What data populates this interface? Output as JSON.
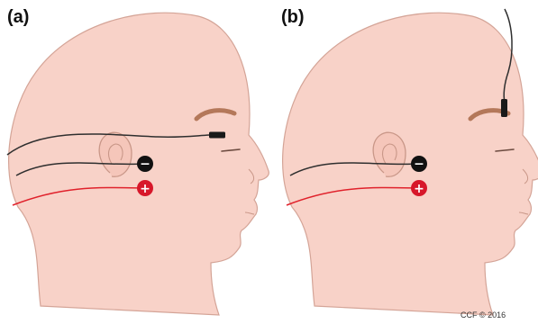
{
  "panels": [
    {
      "label": "(a)",
      "minus_symbol": "−",
      "plus_symbol": "+"
    },
    {
      "label": "(b)",
      "minus_symbol": "−",
      "plus_symbol": "+"
    }
  ],
  "copyright": "CCF © 2016",
  "colors": {
    "skin": "#f8d2c8",
    "outline": "#d4a497",
    "brow": "#b4785a",
    "wire_black": "#2f2f2f",
    "wire_red": "#e0212b",
    "electrode_black": "#111111",
    "electrode_red": "#d7172a"
  },
  "icons": {
    "minus_electrode": "minus-electrode-icon",
    "plus_electrode": "plus-electrode-icon",
    "eye_sensor": "eye-sensor-icon"
  }
}
